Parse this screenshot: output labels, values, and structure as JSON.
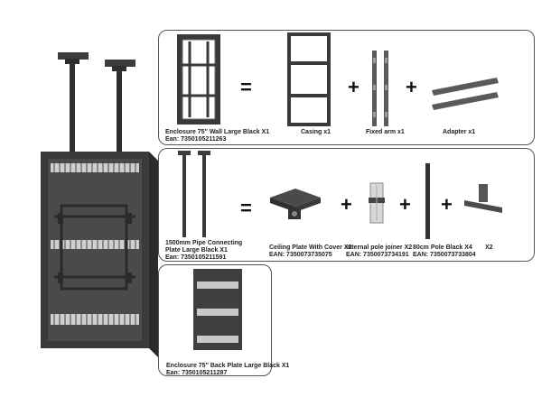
{
  "operators": {
    "equals": "=",
    "plus": "+"
  },
  "panel1": {
    "enclosure_label_1": "Enclosure 75\" Wall Large Black X1",
    "enclosure_label_2": "Ean: 7350105211263",
    "casing_label": "Casing x1",
    "fixed_arm_label": "Fixed arm x1",
    "adapter_label": "Adapter x1"
  },
  "panel2": {
    "pipe_label_1": "1500mm Pipe Connecting",
    "pipe_label_2": "Plate Large Black X1",
    "pipe_label_3": "Ean: 7350105211591",
    "ceiling_label_1": "Ceiling Plate With Cover X2",
    "ceiling_label_2": "EAN: 7350073735075",
    "joiner_label_1": "Internal pole joiner X2",
    "joiner_label_2": "EAN: 7350073734191",
    "pole_label_1": "80cm Pole Black X4",
    "pole_label_2": "EAN: 7350073733804",
    "x2_label": "X2"
  },
  "panel3": {
    "backplate_label_1": "Enclosure 75\" Back Plate Large Black X1",
    "backplate_label_2": "Ean: 7350105211287"
  }
}
